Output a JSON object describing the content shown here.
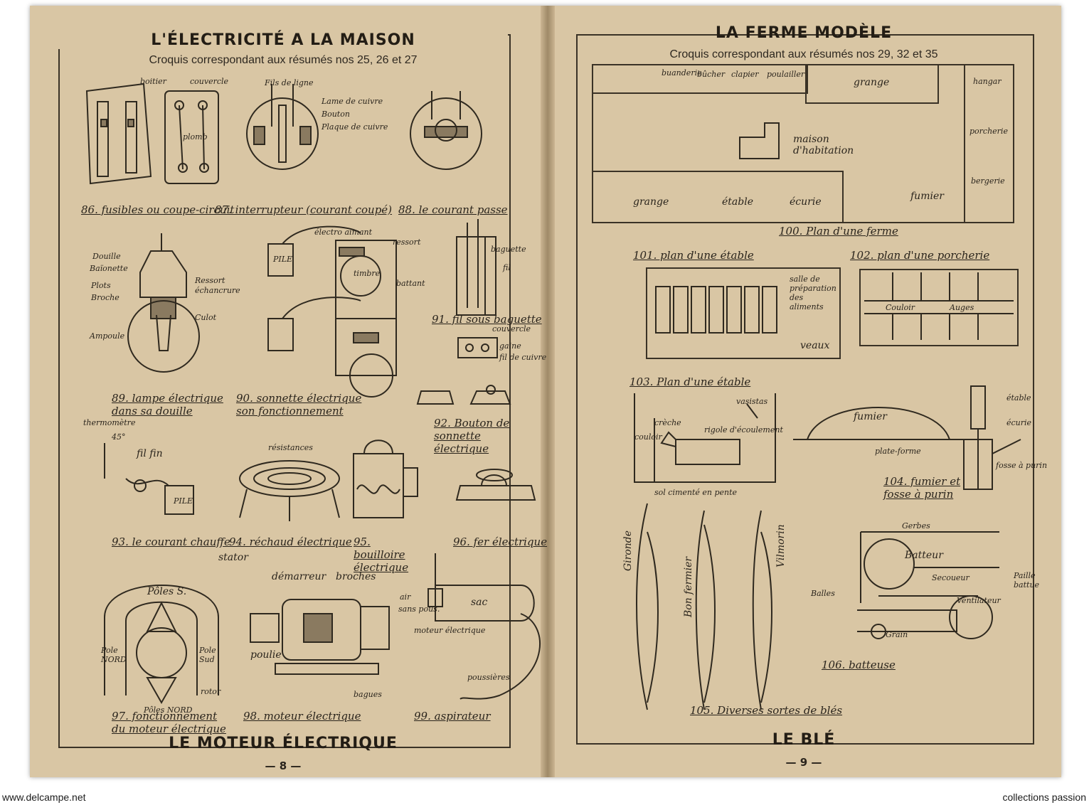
{
  "left_page": {
    "title": "L'ÉLECTRICITÉ A LA MAISON",
    "subtitle": "Croquis correspondant aux résumés nos 25, 26 et 27",
    "footer_title": "LE MOTEUR ÉLECTRIQUE",
    "page_number": "— 8 —",
    "captions": {
      "c86": "86. fusibles ou coupe-circuit",
      "c87": "87. interrupteur (courant coupé)",
      "c88": "88. le courant passe",
      "c89": "89. lampe électrique dans sa douille",
      "c90": "90. sonnette électrique son fonctionnement",
      "c91": "91. fil sous baguette",
      "c92": "92. Bouton de sonnette électrique",
      "c93": "93. le courant chauffe",
      "c94": "94. réchaud électrique",
      "c95": "95. bouilloire électrique",
      "c96": "96. fer électrique",
      "c97": "97. fonctionnement du moteur électrique",
      "c98": "98. moteur électrique",
      "c99": "99. aspirateur"
    },
    "labels": {
      "boitier": "boitier",
      "couvercle": "couvercle",
      "plomb": "plomb",
      "fils_de_ligne": "Fils de ligne",
      "lame_de_cuivre": "Lame de cuivre",
      "bouton": "Bouton",
      "plaque_de_cuivre": "Plaque de cuivre",
      "douille": "Douille",
      "baionnette": "Baïonette",
      "plots": "Plots",
      "broche": "Broche",
      "ressort": "Ressort",
      "echancrure": "échancrure",
      "culot": "Culot",
      "ampoule": "Ampoule",
      "electro_aimant": "électro aimant",
      "ressort2": "ressort",
      "pile": "PILE",
      "timbre": "timbre",
      "battant": "battant",
      "baguette": "baguette",
      "fil": "fil",
      "couvercle2": "couvercle",
      "gaine": "gaine",
      "fil_de_cuivre": "fil de cuivre",
      "thermometre": "thermomètre",
      "deg45": "45°",
      "fil_fin": "fil fin",
      "resistances": "résistances",
      "stator": "stator",
      "poles_s": "Pôles S.",
      "pole_nord": "Pole NORD",
      "pole_sud": "Pole Sud",
      "rotor": "rotor",
      "poles_nord": "Pôles NORD",
      "demarreur": "démarreur",
      "broches": "broches",
      "poulie": "poulie",
      "bagues": "bagues",
      "air": "air",
      "sans_pous": "sans pous.",
      "sac": "sac",
      "moteur_electrique": "moteur électrique",
      "poussieres": "poussières"
    }
  },
  "right_page": {
    "title": "LA FERME MODÈLE",
    "subtitle": "Croquis correspondant aux résumés nos 29, 32 et 35",
    "footer_title": "LE BLÉ",
    "page_number": "— 9 —",
    "captions": {
      "c100": "100. Plan d'une ferme",
      "c101": "101. plan d'une étable",
      "c102": "102. plan d'une porcherie",
      "c103": "103. Plan d'une étable",
      "c104": "104. fumier et fosse à purin",
      "c105": "105. Diverses sortes de blés",
      "c106": "106. batteuse"
    },
    "labels": {
      "buanderie": "buanderie",
      "bucher": "bûcher",
      "clapier": "clapier",
      "poulailler": "poulailler",
      "grange_top": "grange",
      "hangar": "hangar",
      "porcherie": "porcherie",
      "bergerie": "bergerie",
      "maison": "maison d'habitation",
      "grange_bottom": "grange",
      "etable": "étable",
      "ecurie": "écurie",
      "fumier": "fumier",
      "salle_prep": "salle de préparation des aliments",
      "veaux": "veaux",
      "couloir": "Couloir",
      "auges": "Auges",
      "couloir_v": "couloir",
      "creche": "crèche",
      "rigole": "rigole d'écoulement",
      "vasistas": "vasistas",
      "sol": "sol cimenté en pente",
      "fumier2": "fumier",
      "plate_forme": "plate-forme",
      "fosse": "fosse à purin",
      "etable2": "étable",
      "ecurie2": "écurie",
      "gironde": "Gironde",
      "bon_fermier": "Bon fermier",
      "vilmorin": "Vilmorin",
      "gerbes": "Gerbes",
      "batteur": "Batteur",
      "secoueur": "Secoueur",
      "paille_battue": "Paille battue",
      "balles": "Balles",
      "ventilateur": "Ventilateur",
      "grain": "Grain"
    }
  },
  "watermarks": {
    "left": "www.delcampe.net",
    "right": "collections passion"
  }
}
